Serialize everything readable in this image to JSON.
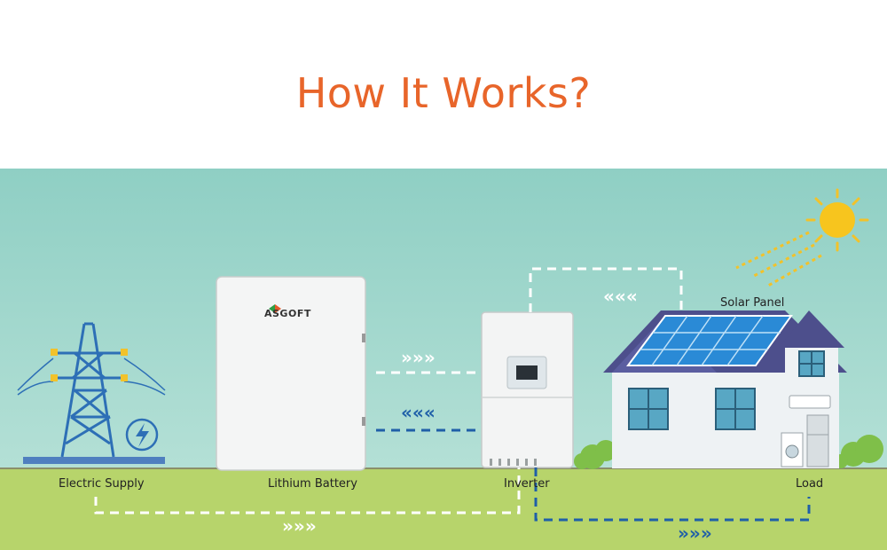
{
  "title": "How It Works?",
  "labels": {
    "electric_supply": "Electric Supply",
    "lithium_battery": "Lithium Battery",
    "inverter": "Inverter",
    "load": "Load",
    "solar_panel": "Solar Panel"
  },
  "battery_brand": "ASGOFT",
  "colors": {
    "title": "#e8652a",
    "sky": "#9fd4cc",
    "grass": "#b5d36a",
    "flow_white": "#ffffff",
    "flow_blue": "#1f5fa8",
    "sun": "#f7c51e",
    "tower": "#2d6fb6"
  },
  "flow_arrows": {
    "battery_to_inverter": "»»»",
    "inverter_to_battery": "«««",
    "house_to_inverter": "«««",
    "grid_bottom": "»»»",
    "load_bottom": "»»»"
  }
}
